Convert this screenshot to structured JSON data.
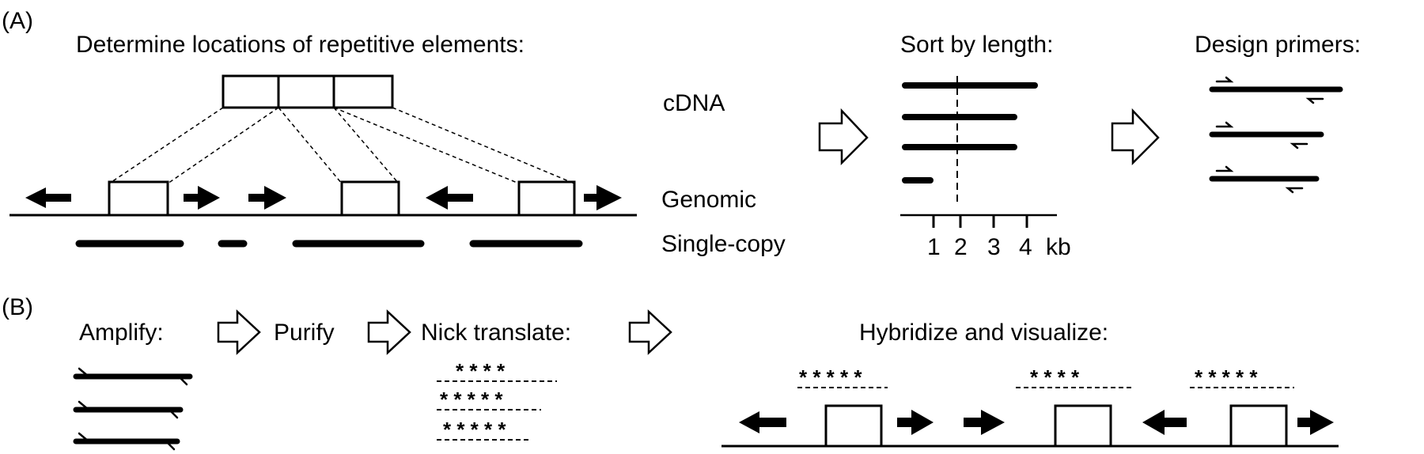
{
  "panel_a": {
    "label": "(A)",
    "title": "Determine locations of repetitive elements:",
    "cdna_label": "cDNA",
    "genomic_label": "Genomic",
    "single_copy_label": "Single-copy",
    "sort_title": "Sort by length:",
    "axis_ticks": [
      "1",
      "2",
      "3",
      "4"
    ],
    "axis_unit": "kb",
    "primers_title": "Design primers:"
  },
  "panel_b": {
    "label": "(B)",
    "amplify": "Amplify:",
    "purify": "Purify",
    "nick_translate": "Nick translate:",
    "hybridize": "Hybridize and visualize:",
    "nick_stars": [
      "*  *  * *",
      "* * *  * *",
      "* * * * *"
    ],
    "probe_stars": [
      "* * * * *",
      "*  *  *  *",
      "* * *  * *"
    ]
  }
}
